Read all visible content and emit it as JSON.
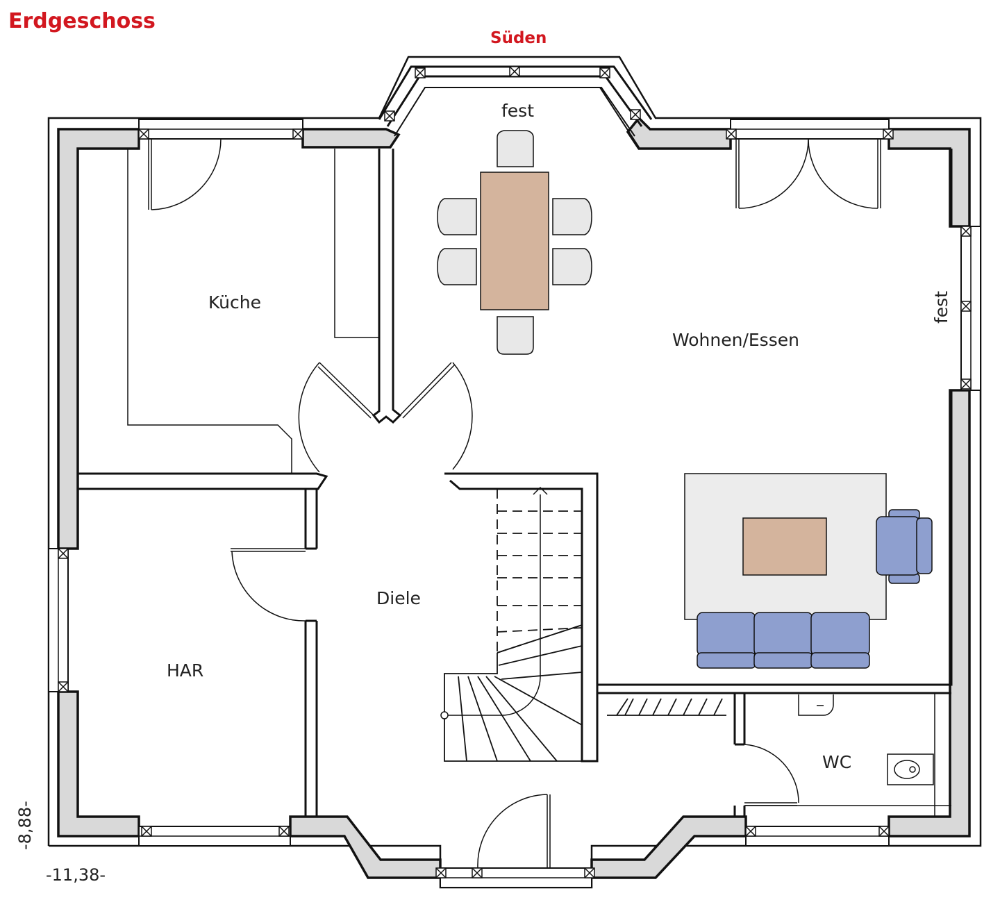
{
  "heading": "Erdgeschoss",
  "orientation_label": "Süden",
  "rooms": {
    "kitchen": "Küche",
    "living": "Wohnen/Essen",
    "hall": "Diele",
    "utility": "HAR",
    "toilet": "WC"
  },
  "window_notes": {
    "south_bay": "fest",
    "east": "fest"
  },
  "dimensions": {
    "width": "-11,38-",
    "depth": "-8,88-"
  },
  "colors": {
    "accent": "#d2171f",
    "wall_fill": "#d9d9d9",
    "table": "#d4b49d",
    "sofa": "#8e9fcf",
    "chair": "#e8e8e8",
    "rug": "#ececec"
  }
}
